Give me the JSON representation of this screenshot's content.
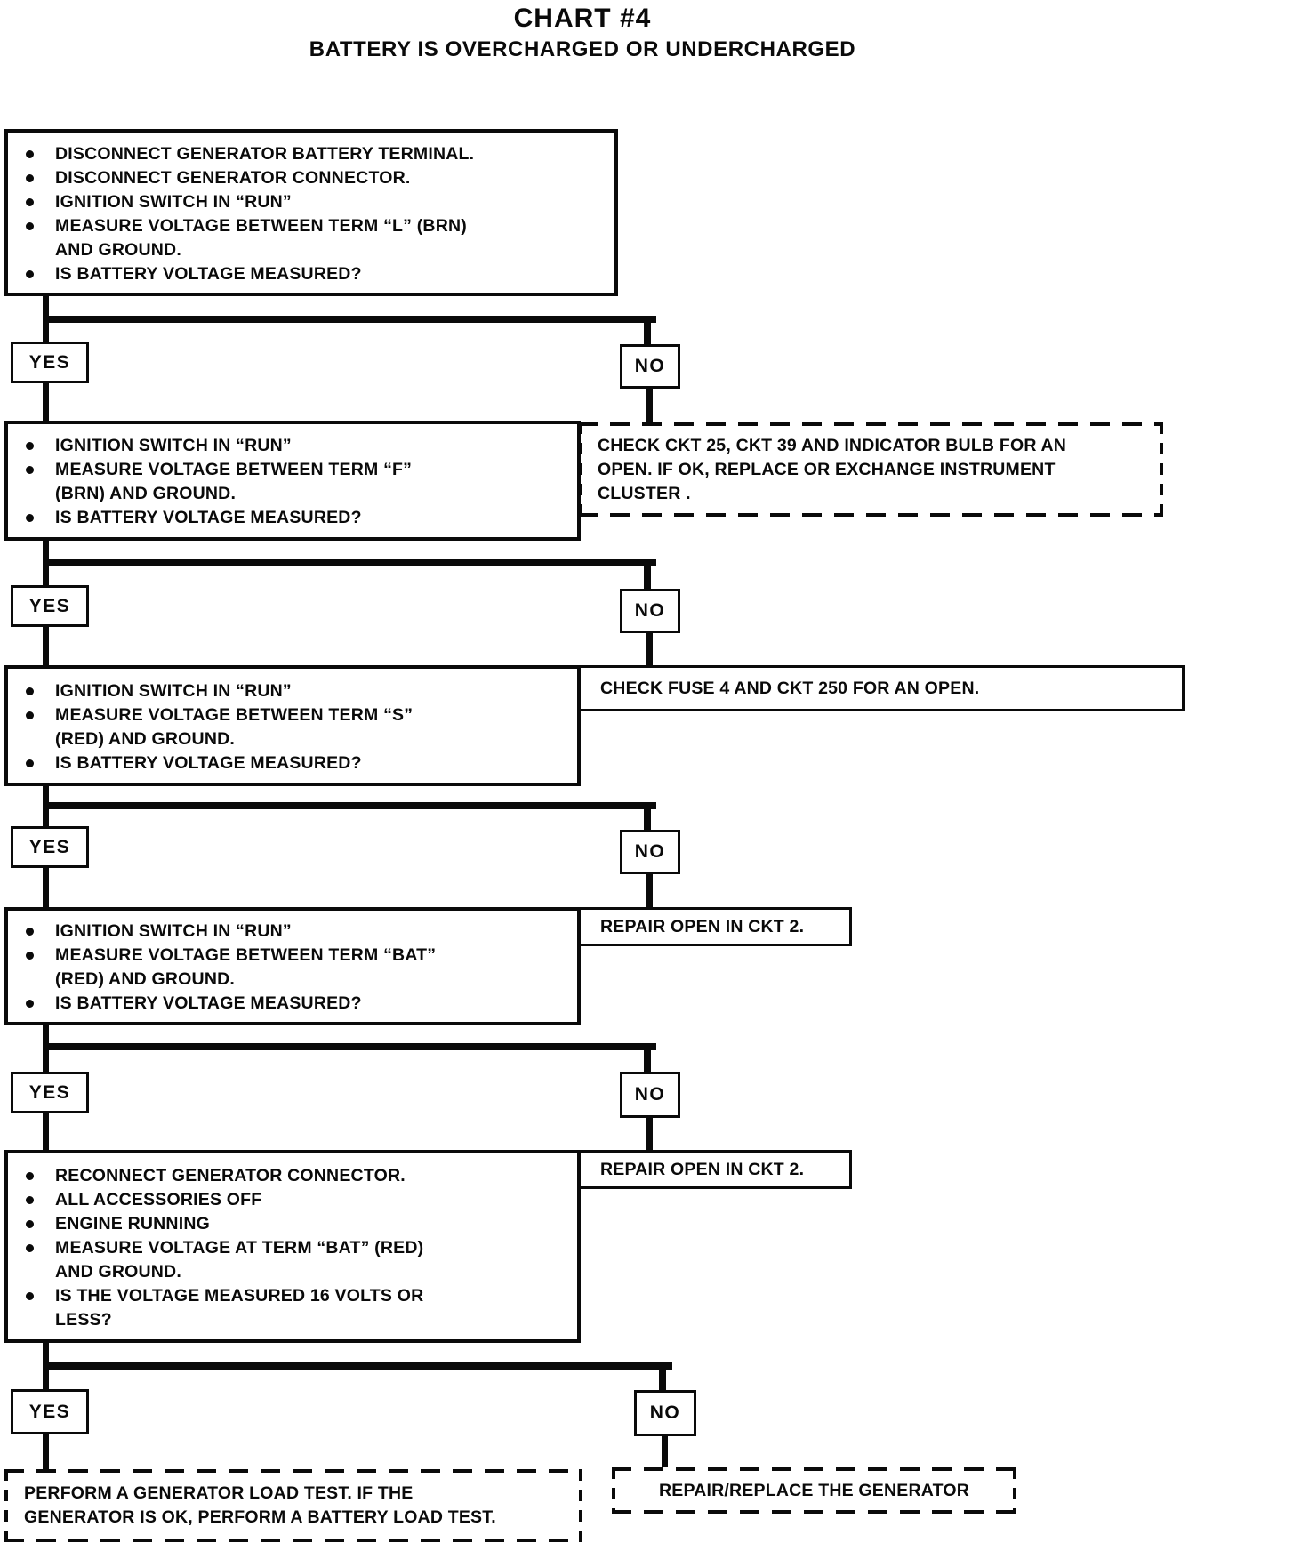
{
  "title": "CHART #4",
  "subtitle": "BATTERY IS OVERCHARGED OR UNDERCHARGED",
  "labels": {
    "yes": "YES",
    "no": "NO"
  },
  "steps": [
    {
      "bullets": [
        "DISCONNECT GENERATOR BATTERY TERMINAL.",
        "DISCONNECT GENERATOR CONNECTOR.",
        "IGNITION SWITCH IN “RUN”",
        "MEASURE VOLTAGE BETWEEN TERM “L” (BRN)\nAND GROUND.",
        "IS BATTERY VOLTAGE MEASURED?"
      ]
    },
    {
      "bullets": [
        "IGNITION SWITCH IN “RUN”",
        "MEASURE VOLTAGE BETWEEN TERM “F”\n(BRN) AND GROUND.",
        "IS BATTERY VOLTAGE MEASURED?"
      ]
    },
    {
      "bullets": [
        "IGNITION SWITCH IN “RUN”",
        "MEASURE VOLTAGE BETWEEN TERM “S”\n(RED) AND GROUND.",
        "IS BATTERY VOLTAGE MEASURED?"
      ]
    },
    {
      "bullets": [
        "IGNITION SWITCH IN “RUN”",
        "MEASURE VOLTAGE BETWEEN TERM “BAT”\n(RED) AND GROUND.",
        "IS BATTERY VOLTAGE MEASURED?"
      ]
    },
    {
      "bullets": [
        "RECONNECT GENERATOR CONNECTOR.",
        "ALL ACCESSORIES OFF",
        "ENGINE RUNNING",
        "MEASURE VOLTAGE AT TERM “BAT” (RED)\nAND GROUND.",
        "IS THE VOLTAGE MEASURED 16 VOLTS OR\nLESS?"
      ]
    }
  ],
  "results": {
    "check_cluster": "CHECK CKT 25, CKT 39 AND INDICATOR BULB FOR AN\nOPEN. IF OK, REPLACE OR EXCHANGE INSTRUMENT\nCLUSTER .",
    "check_fuse": "CHECK FUSE 4 AND CKT 250 FOR AN OPEN.",
    "repair_ckt2_a": "REPAIR OPEN IN CKT 2.",
    "repair_ckt2_b": "REPAIR OPEN IN CKT 2.",
    "generator_load_test": "PERFORM A GENERATOR LOAD TEST. IF THE\nGENERATOR IS OK, PERFORM A BATTERY LOAD TEST.",
    "repair_generator": "REPAIR/REPLACE THE GENERATOR"
  }
}
